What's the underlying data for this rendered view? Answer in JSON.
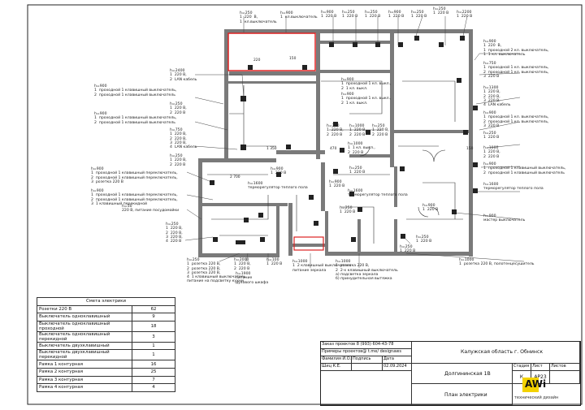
{
  "spec": {
    "title": "Смета электрики",
    "rows": [
      {
        "name": "Розетки 220  В",
        "qty": "62"
      },
      {
        "name": "Выключатель одноклавишный",
        "qty": "9"
      },
      {
        "name": "Выключатель одноклавишный проходной",
        "qty": "18"
      },
      {
        "name": "Выключатель одноклавишный перекидной",
        "qty": "3"
      },
      {
        "name": "Выключатель двухклавишный",
        "qty": "1"
      },
      {
        "name": "Выключатель двухклавишный перекидной",
        "qty": "1"
      },
      {
        "name": "Рамка 1 контурная",
        "qty": "16"
      },
      {
        "name": "Рамка 2 контурная",
        "qty": "25"
      },
      {
        "name": "Рамка 3 контурная",
        "qty": "7"
      },
      {
        "name": "Рамка 4 контурная",
        "qty": "4"
      }
    ]
  },
  "stamp": {
    "row1": "Заказ проектов 8 (993) 604-43-78",
    "row2": "Примеры проектов@ t.me/ designaws",
    "hdr_surname": "Фамилия И.О.",
    "hdr_sign": "Подпись",
    "hdr_date": "Дата",
    "author": "Шиц К.Е.",
    "date": "02.09.2024",
    "location": "Калужская область г. Обнинск",
    "project": "Долгининская 1В",
    "sheet_title": "План электрики",
    "col_stage": "Стадия",
    "col_sheet": "Лист",
    "col_sheets": "Листов",
    "stage": "К",
    "sheet": "АР23",
    "sheets": "",
    "logo_text": "AWi",
    "logo_sub": "технический дизайн"
  },
  "annotations": {
    "a1": "h=250\n1  220  В,\n1  кл.выключатель",
    "a2": "h=900\n1  кл.выключатель",
    "a3": "h=900\n1  220 В",
    "a4": "h=250\n1  220 В",
    "a5": "h=250\n1  220 В",
    "a6": "h=900\n1  220 В",
    "a7": "h=250\n1  220 В",
    "a8": "h=250\n1  220 В",
    "a9": "h=900\n1  220 В",
    "a10": "h=2200\n1  220 В",
    "a11": "h=250\n1  220 В",
    "r1": "h=900\n1  220  В,\n1  проходной 2 кл. выключатель,\n1  1 кл. выключатель",
    "r2": "h=750\n1  проходной 1 кл. выключатель,\n2  проходной 1 кл. выключатель,\n3  220 В",
    "r3": "h=1300\n1  220 В,\n2  220 В,\n3  220 В,\n4  LAN кабель",
    "r4": "h=900\n1  проходной 1 кл. выключатель,\n2  проходной 1 кл. выключатель,\n3  220 В",
    "r5": "h=250\n1  220 В",
    "r6": "h=1000\n1  220 В,\n2  220 В",
    "r7": "h=900\n1  проходной 1 клавишный выключатель,\n2  проходной 1 клавишный выключатель",
    "r8": "h=1600\nтерморегулятор теплого пола",
    "r9": "h=900\nмастер выключатель",
    "r10": "h=1000\n1  розетка 220 В, полотенцесушитель",
    "r11": "h=250\n1  220 В",
    "r12": "h=900\n1  220 В",
    "l1": "h=2400\n1  220 В,\n2  LAN кабель",
    "l2": "h=900\n1  проходной 1 клавишный выключатель,\n2  проходной 1 клавишный выключатель",
    "l3": "h=250\n1  220 В,\n2  220 В",
    "l4": "h=900\n1  проходной 1 клавишный выключатель,\n2  проходной 1 клавишный выключатель",
    "l5": "h=750\n1  220 В,\n2  220 В,\n3  220 В,\n4  LAN кабель",
    "l6": "h=250\n1  220 В,\n2  220 В",
    "l7": "h=900\n1  проходной 1 клавишный переключатель,\n2  проходной 1 клавишный переключатель,\n3  розетка 220 В",
    "l8": "h=900\n1  проходной 1 клавишный переключатель,\n2  проходной 1 клавишный переключатель,\n3  1 клавишный перекидной",
    "l9": "h=50\n220 В, питание посудомойки",
    "l10": "h=250\n1  220 В,\n2  220 В,\n3  220 В,\n4  220 В",
    "m1": "h=900\n1  проходной 1 кл. выкл.,\n2  1 кл. выкл.",
    "m2": "h=900\n1  проходной 1 кл. выкл.,\n2  1 кл. выкл.",
    "m3": "h=250\n1  220 В,\n2  220 В",
    "m4": "h=1000\n1  220 В,\n2  220 В",
    "m5": "h=250\n1  220 В,\n2  220 В",
    "m6": "h=1000\n1  1 кл. выкл.,\n2  220 В",
    "m7": "h=900\n1  220 В",
    "m8": "h=250\n1  220 В",
    "m9": "h=1600\nтерморегулятор теплого пола",
    "m10": "h=1600\nтерморегулятор теплого пола",
    "m11": "h=900\n1  220 В",
    "m12": "h=250\n1  220 В",
    "b1": "h=250\n1  розетка 220 В,\n2  розетка 220 В,\n3  розетка 220 В,\n4  1 клавишный выключатель\nпитание на подсветку кухни",
    "b2": "h=2000\n1  220 В,\n2  220 В",
    "b3": "h=100\n1  220 В",
    "b4": "h=1900\nпитание\nдухового шкафа",
    "b5": "h=1000\n1  2 клавишный выключатель\nпитание зеркала",
    "b6": "h=1000\n1  розетка 220 В,\n2  2-х клавишный выключатель\nа) подсветка зеркала\nб) принудительная вытяжка",
    "b7": "h=250\n1  220 В"
  },
  "dims": {
    "d1": "1 350",
    "d2": "2 700",
    "d3": "150",
    "d4": "220",
    "d5": "470",
    "d6": "150"
  }
}
